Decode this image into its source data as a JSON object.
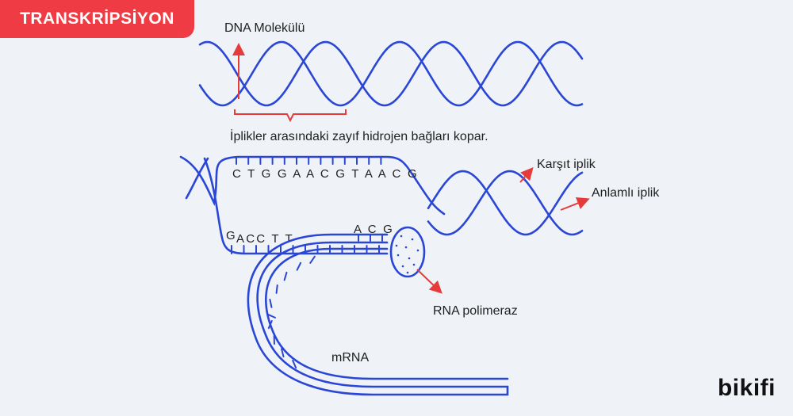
{
  "badge": {
    "title": "TRANSKRİPSİYON"
  },
  "labels": {
    "dna_molecule": "DNA Molekülü",
    "hydrogen_bonds": "İplikler arasındaki zayıf hidrojen bağları kopar.",
    "template_strand": "Karşıt iplik",
    "coding_strand": "Anlamlı iplik",
    "rna_polymerase": "RNA polimeraz",
    "mrna": "mRNA"
  },
  "sequences": {
    "top_strand": "C T G G A A C G T A A C G",
    "mrna_strand_g": "G",
    "mrna_strand_rest": "ACC T T",
    "mrna_strand_end": "A C G"
  },
  "logo": {
    "text": "bikifi"
  },
  "colors": {
    "strand": "#2a46d6",
    "arrow": "#e53b3b",
    "badge": "#ee3b44",
    "background": "#eff2f6"
  }
}
